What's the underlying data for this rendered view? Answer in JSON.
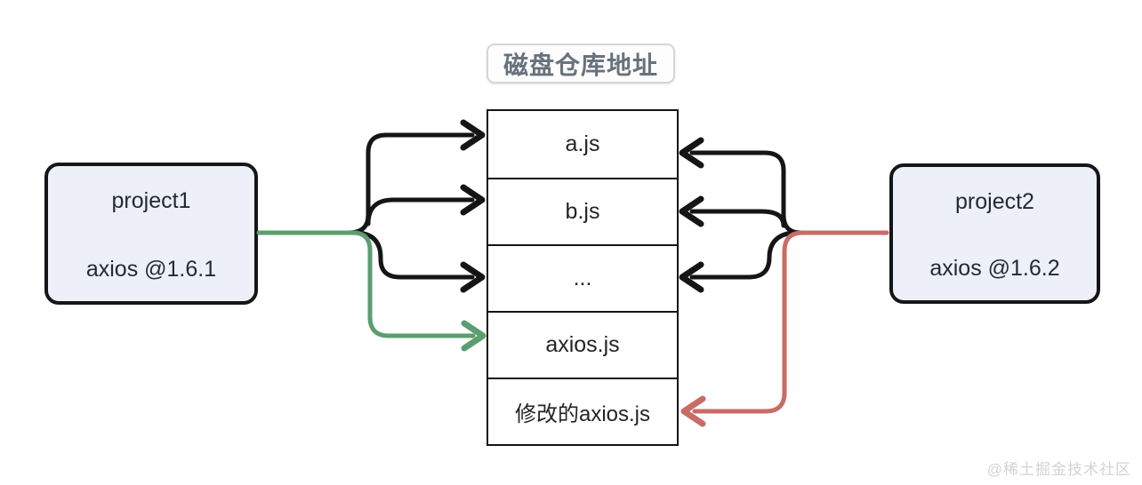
{
  "badge": {
    "label": "磁盘仓库地址"
  },
  "project1": {
    "name": "project1",
    "dependency": "axios @1.6.1"
  },
  "project2": {
    "name": "project2",
    "dependency": "axios @1.6.2"
  },
  "repo": {
    "rows": [
      "a.js",
      "b.js",
      "...",
      "axios.js",
      "修改的axios.js"
    ]
  },
  "watermark": "@稀土掘金技术社区",
  "colors": {
    "arrow_black": "#151515",
    "arrow_green": "#5b9e6f",
    "arrow_red": "#c96b66",
    "box_fill": "#edf0f8",
    "box_border": "#15151a",
    "badge_text": "#68727d",
    "badge_border": "#d3d6da",
    "table_border": "#141414",
    "text": "#242a35",
    "watermark": "#d3d3d3"
  }
}
